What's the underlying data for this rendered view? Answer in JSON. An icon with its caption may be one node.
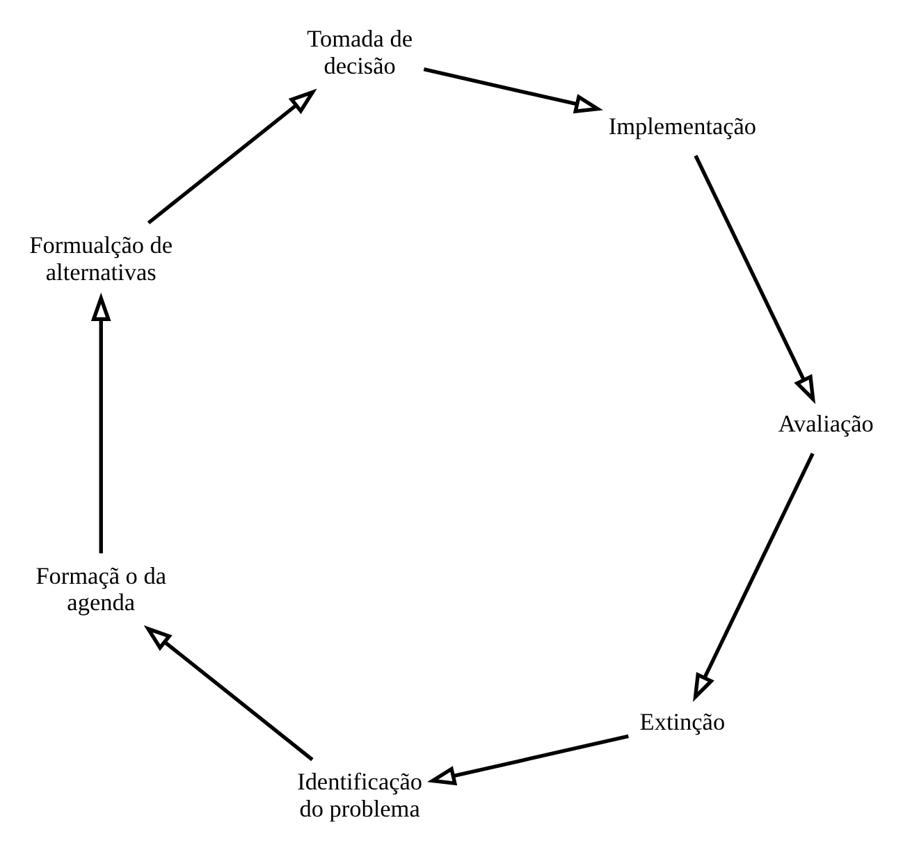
{
  "diagram": {
    "nodes": [
      {
        "text": [
          "Extinção"
        ]
      },
      {
        "text": [
          "Identificação do problema"
        ]
      },
      {
        "text": [
          "Formaçã o da agenda"
        ]
      },
      {
        "text": [
          "Formualção de alternativas"
        ]
      },
      {
        "text": [
          "Tomada de decisão"
        ]
      },
      {
        "text": [
          "Implementação"
        ]
      },
      {
        "text": [
          "Avaliação"
        ]
      }
    ],
    "edges": [
      {
        "from": 0,
        "to": 1,
        "arrow": "to"
      },
      {
        "from": 1,
        "to": 2,
        "arrow": "to"
      },
      {
        "from": 2,
        "to": 3,
        "arrow": "to"
      },
      {
        "from": 3,
        "to": 4,
        "arrow": "to"
      },
      {
        "from": 4,
        "to": 5,
        "arrow": "to"
      },
      {
        "from": 5,
        "to": 6,
        "arrow": "to"
      },
      {
        "from": 6,
        "to": 0,
        "arrow": "to"
      }
    ]
  }
}
